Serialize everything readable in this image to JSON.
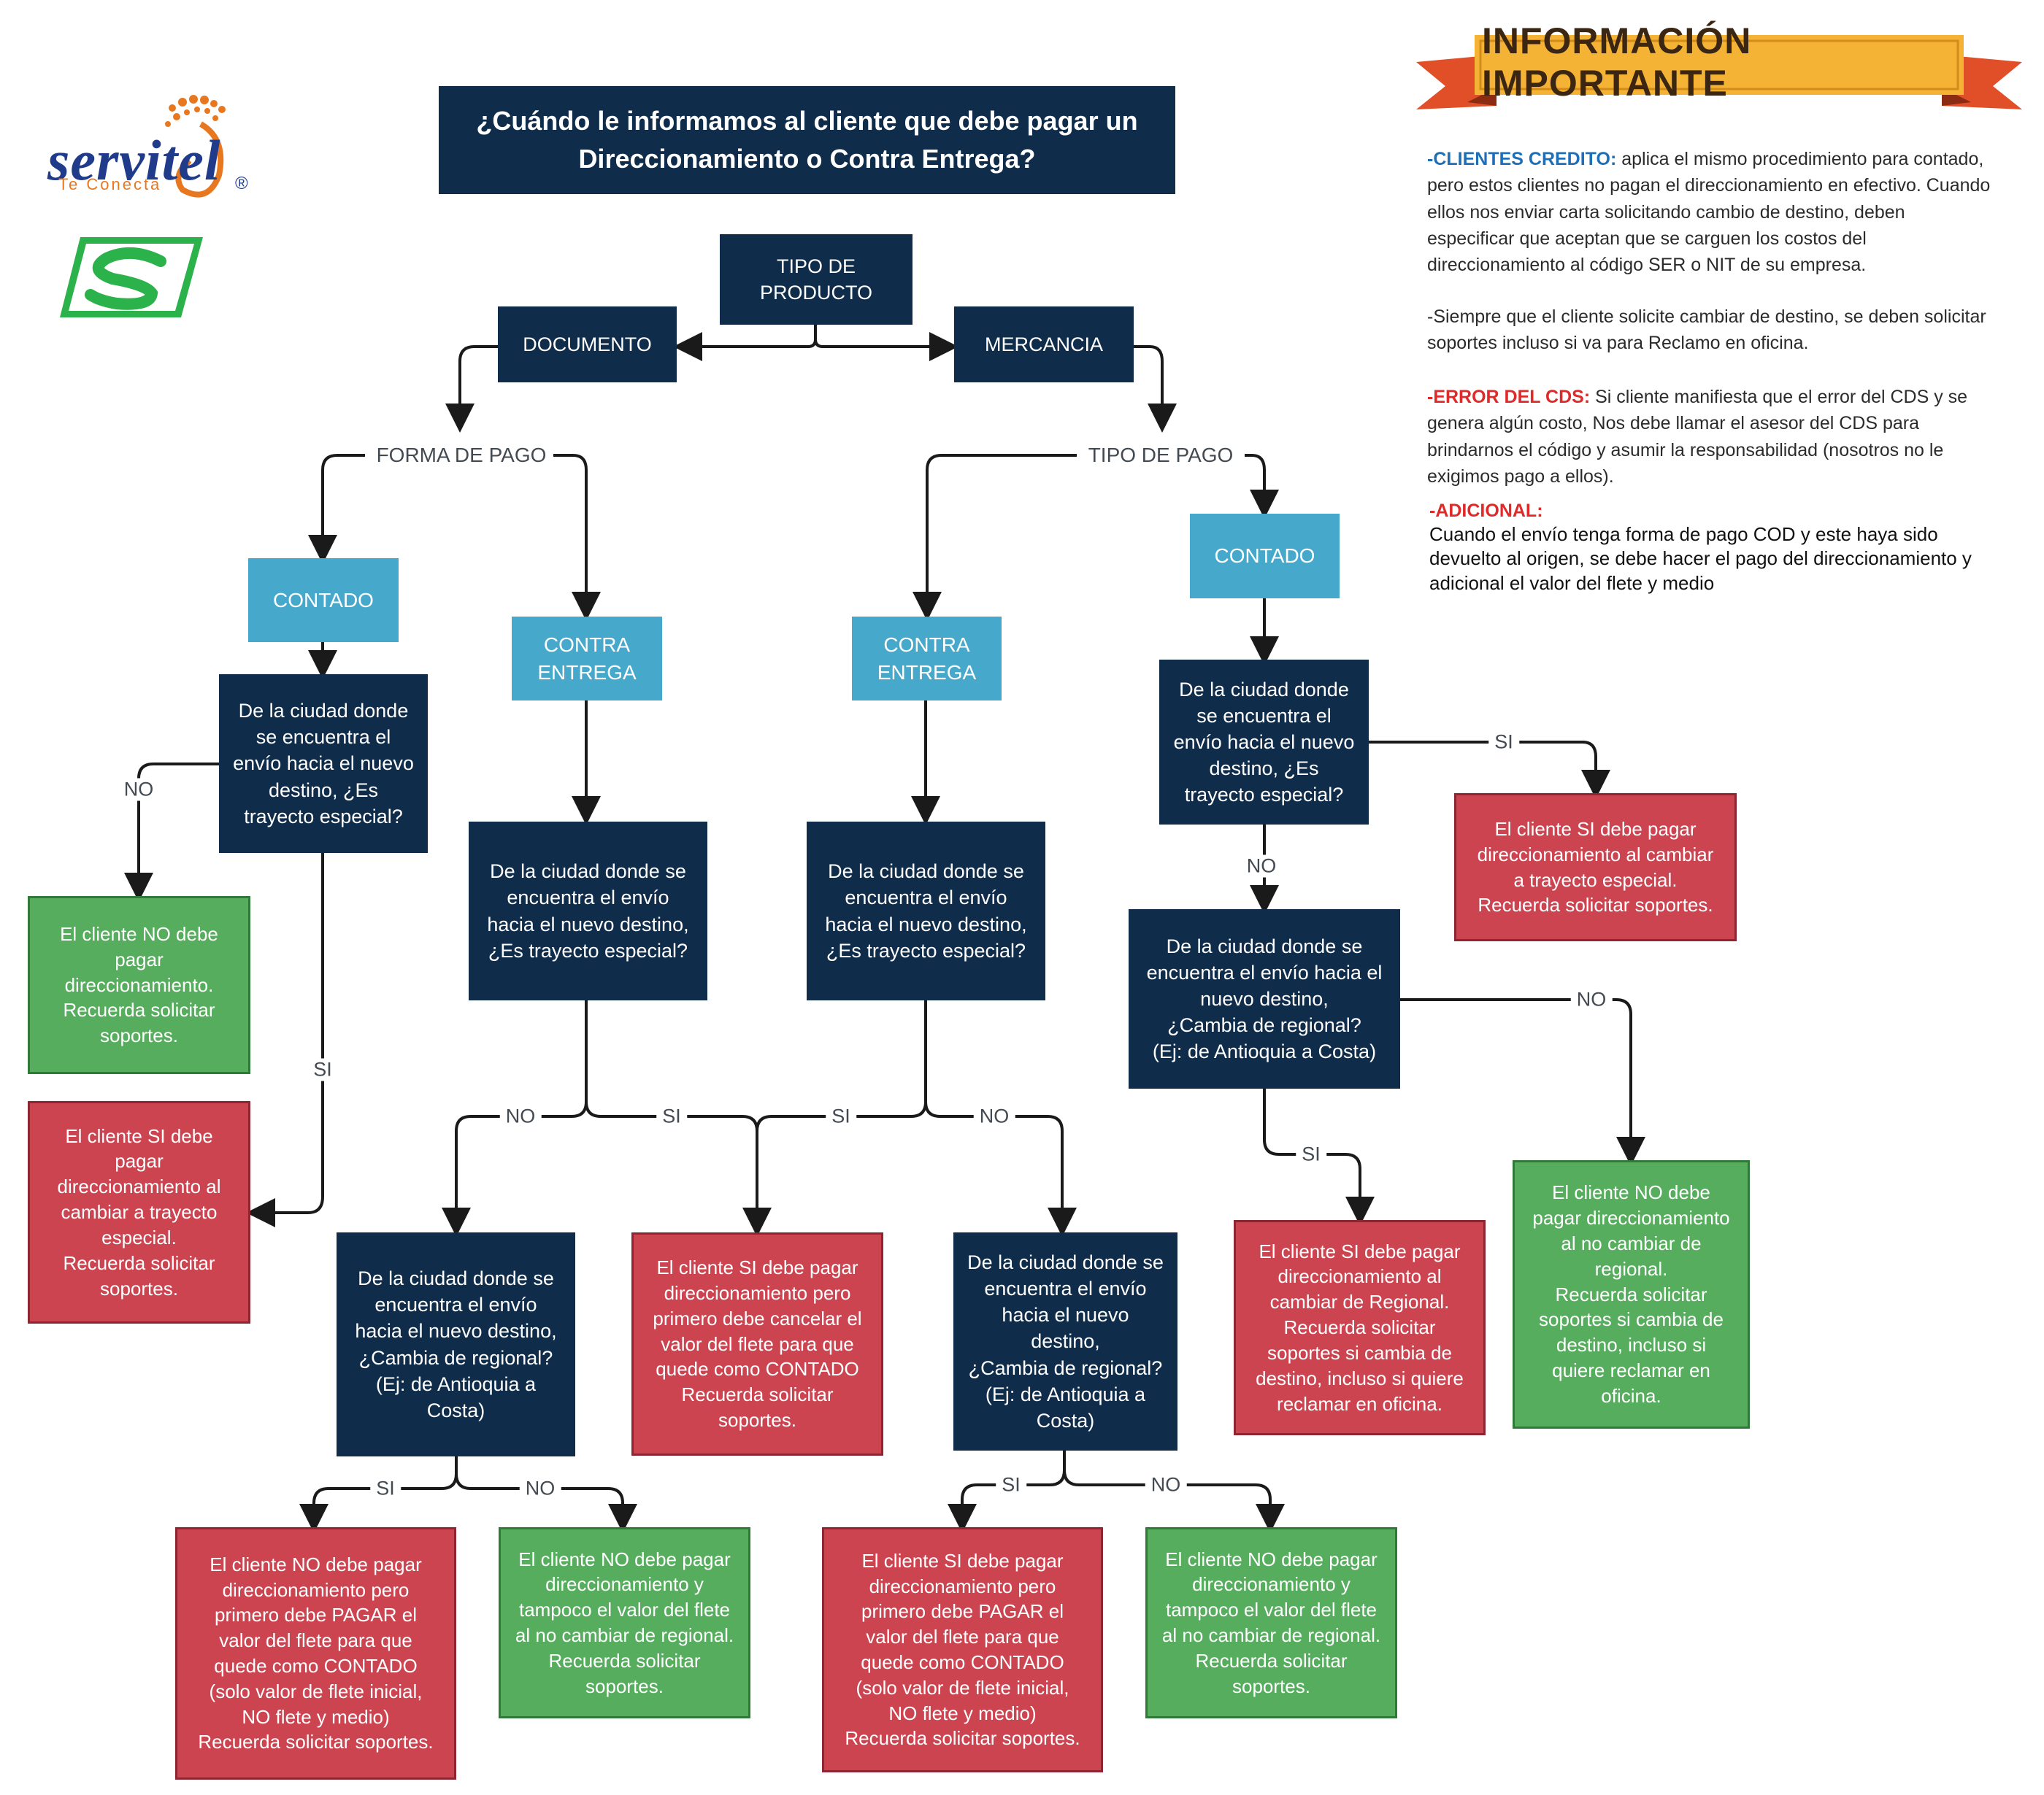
{
  "logo": {
    "brand": "servitel",
    "tagline": "Te Conecta",
    "reg": "®"
  },
  "title": "¿Cuándo le informamos al cliente que debe pagar un\nDireccionamiento o Contra Entrega?",
  "info": {
    "banner": "INFORMACIÓN IMPORTANTE",
    "p1_key": "-CLIENTES CREDITO:",
    "p1_text": " aplica  el mismo procedimiento para contado, pero estos clientes no pagan el direccionamiento en efectivo. Cuando ellos nos enviar carta solicitando cambio de destino, deben especificar que aceptan que se carguen los costos del direccionamiento al código SER o NIT de su empresa.",
    "p2_text": "-Siempre que el cliente solicite cambiar de destino, se deben solicitar soportes incluso si va para Reclamo en oficina.",
    "p3_key": "-ERROR DEL CDS:",
    "p3_text": " Si cliente manifiesta que el error del CDS y se genera algún costo, Nos debe llamar el asesor del CDS para brindarnos el código y asumir la responsabilidad (nosotros no le exigimos pago a ellos).",
    "p4_key": "-ADICIONAL:",
    "p4_text": "Cuando el envío tenga forma de pago COD y este haya sido devuelto al origen, se debe hacer el pago del direccionamiento y adicional el valor del flete y medio"
  },
  "nodes": {
    "tipo_producto": "TIPO DE\nPRODUCTO",
    "documento": "DOCUMENTO",
    "mercancia": "MERCANCIA",
    "forma_pago": "FORMA DE PAGO",
    "tipo_pago": "TIPO DE PAGO",
    "contado_l": "CONTADO",
    "contra_1": "CONTRA\nENTREGA",
    "contra_2": "CONTRA\nENTREGA",
    "contado_r": "CONTADO",
    "q_left": "De la ciudad donde\nse encuentra el\nenvío hacia el nuevo\ndestino, ¿Es\ntrayecto especial?",
    "q_mid1": "De  la ciudad donde se\nencuentra el envío\nhacia el nuevo destino,\n¿Es trayecto especial?",
    "q_mid2": "De la ciudad donde se\nencuentra el envío\nhacia el nuevo destino,\n¿Es trayecto especial?",
    "q_right": "De la ciudad donde\nse encuentra el\nenvío hacia el nuevo\ndestino, ¿Es\ntrayecto especial?",
    "q_right_reg": "De la ciudad donde se\nencuentra el envío hacia el\nnuevo destino,\n¿Cambia de regional?\n(Ej: de Antioquia  a Costa)",
    "q_mid1_reg": "De la ciudad donde se\nencuentra el envío\nhacia el nuevo destino,\n¿Cambia de regional?\n(Ej: de Antioquia  a\nCosta)",
    "q_mid2_reg": "De la ciudad donde se\nencuentra el envío\nhacia el nuevo\ndestino,\n¿Cambia de regional?\n(Ej: de Antioquia  a\nCosta)",
    "g_left": "El cliente NO debe\npagar\ndireccionamiento.\nRecuerda solicitar\nsoportes.",
    "r_left": "El cliente SI debe\npagar\ndireccionamiento al\ncambiar a trayecto\nespecial.\nRecuerda solicitar\nsoportes.",
    "r_mid_si": "El cliente SI debe pagar\ndireccionamiento pero\nprimero debe cancelar el\nvalor del flete para que\nquede como CONTADO\nRecuerda solicitar\nsoportes.",
    "r_bot1": "El cliente NO debe pagar\ndireccionamiento pero\nprimero debe PAGAR el\nvalor del flete para que\nquede como CONTADO\n(solo valor de flete inicial,\nNO flete y medio)\nRecuerda solicitar soportes.",
    "g_bot1": "El cliente NO debe pagar\ndireccionamiento y\ntampoco el valor del flete\nal no cambiar de regional.\nRecuerda solicitar\nsoportes.",
    "r_bot2": "El cliente  SI debe pagar\ndireccionamiento pero\nprimero debe PAGAR el\nvalor del flete para que\nquede como CONTADO\n(solo valor de flete inicial,\nNO flete y medio)\nRecuerda solicitar soportes.",
    "g_bot2": "El cliente NO debe pagar\ndireccionamiento y\ntampoco el valor del flete\nal no cambiar de regional.\nRecuerda solicitar\nsoportes.",
    "r_right_si": "El cliente SI debe pagar\ndireccionamiento al cambiar\na trayecto especial.\nRecuerda solicitar soportes.",
    "r_right_reg": "El cliente  SI debe pagar\ndireccionamiento al\ncambiar de Regional.\nRecuerda solicitar\nsoportes si cambia de\ndestino, incluso si quiere\nreclamar en oficina.",
    "g_right_reg": "El cliente NO debe\npagar direccionamiento\nal no cambiar de\nregional.\nRecuerda solicitar\nsoportes si cambia de\ndestino, incluso si\nquiere reclamar en\noficina."
  },
  "labels": {
    "no": "NO",
    "si": "SI"
  },
  "colors": {
    "navy": "#0f2c4a",
    "light_blue": "#46a9cb",
    "green": "#57ad5e",
    "red": "#cd4451",
    "banner": "#f5b335"
  }
}
